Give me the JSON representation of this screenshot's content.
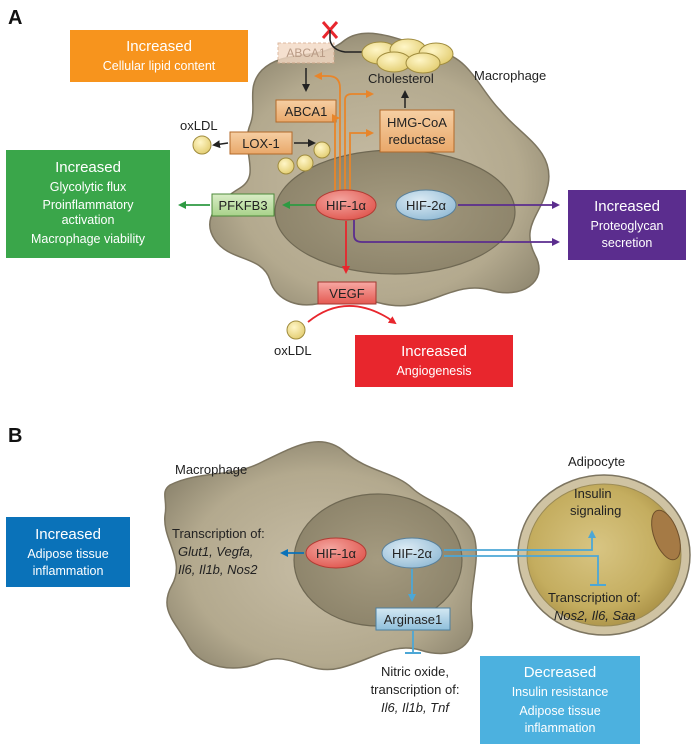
{
  "panels": {
    "a": "A",
    "b": "B"
  },
  "panel_a": {
    "cell_label": "Macrophage",
    "abca1_faded": "ABCA1",
    "abca1": "ABCA1",
    "cholesterol": "Cholesterol",
    "oxldl_top": "oxLDL",
    "lox1": "LOX-1",
    "hmg_line1": "HMG-CoA",
    "hmg_line2": "reductase",
    "pfkfb3": "PFKFB3",
    "hif1": "HIF-1α",
    "hif2": "HIF-2α",
    "vegf": "VEGF",
    "oxldl_bottom": "oxLDL",
    "lipid_box": {
      "head": "Increased",
      "sub": "Cellular lipid content",
      "color": "#f7941d"
    },
    "glyco_box": {
      "head": "Increased",
      "lines": [
        "Glycolytic flux",
        "Proinflammatory",
        "activation",
        "Macrophage viability"
      ],
      "color": "#3aa64a"
    },
    "proteo_box": {
      "head": "Increased",
      "lines": [
        "Proteoglycan",
        "secretion"
      ],
      "color": "#5b2d8e"
    },
    "angio_box": {
      "head": "Increased",
      "sub": "Angiogenesis",
      "color": "#e8262d"
    }
  },
  "panel_b": {
    "macro_label": "Macrophage",
    "adipo_label": "Adipocyte",
    "hif1": "HIF-1α",
    "hif2": "HIF-2α",
    "transcription_head": "Transcription of:",
    "transcription_genes1": "Glut1, Vegfa,",
    "transcription_genes2": "Il6, Il1b, Nos2",
    "insulin_line1": "Insulin",
    "insulin_line2": "signaling",
    "adipo_trans_head": "Transcription of:",
    "adipo_trans_genes": "Nos2, Il6, Saa",
    "arginase": "Arginase1",
    "no_line1": "Nitric oxide,",
    "no_line2": "transcription of:",
    "no_line3": "Il6, Il1b, Tnf",
    "inflam_box": {
      "head": "Increased",
      "lines": [
        "Adipose tissue",
        "inflammation"
      ],
      "color": "#0a72b9"
    },
    "decreased_box": {
      "head": "Decreased",
      "lines": [
        "Insulin resistance",
        "Adipose tissue",
        "inflammation"
      ],
      "color": "#4cb1df"
    }
  }
}
